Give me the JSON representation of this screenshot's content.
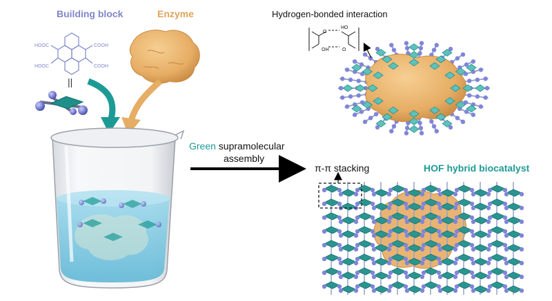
{
  "labels": {
    "building_block": "Building block",
    "enzyme": "Enzyme",
    "hydrogen_bonded": "Hydrogen-bonded interaction",
    "green_word": "Green",
    "supramolecular": " supramolecular",
    "assembly": "assembly",
    "pi_stacking": "π-π stacking",
    "hof_word": "HOF hybrid",
    "biocatalyst": "biocatalyst"
  },
  "chem": {
    "cooh_groups": [
      "HOOC",
      "COOH",
      "HOOC",
      "COOH"
    ],
    "hbond_atoms": [
      "O",
      "HO",
      "OH",
      "O"
    ],
    "equivalence_sign": "||"
  },
  "colors": {
    "teal": "#1e9a95",
    "slate": "#7f86c9",
    "enzyme": "#e7b26a",
    "ball": "#8088d8",
    "water": "#8fd0e6"
  }
}
